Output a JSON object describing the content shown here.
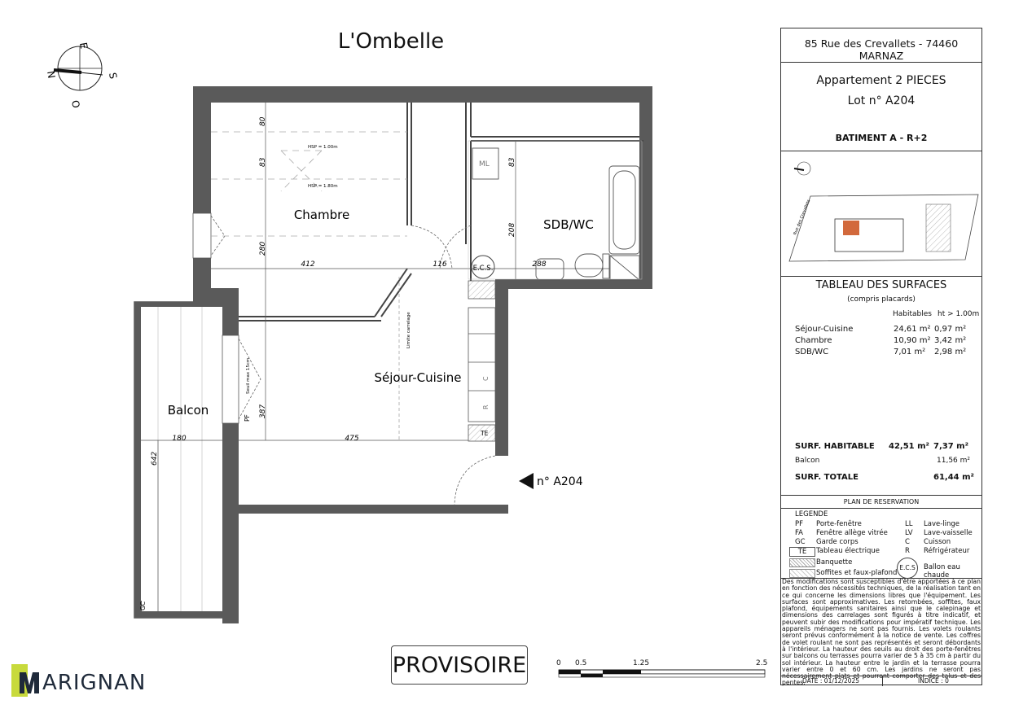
{
  "title": "L'Ombelle",
  "compass": {
    "n": "N",
    "e": "E",
    "s": "S",
    "o": "O"
  },
  "rooms": {
    "chambre": "Chambre",
    "sdb": "SDB/WC",
    "sejour": "Séjour-Cuisine",
    "balcon": "Balcon"
  },
  "dims": {
    "d80": "80",
    "d83a": "83",
    "d280": "280",
    "d412": "412",
    "d116": "116",
    "d83b": "83",
    "d208": "208",
    "d288": "288",
    "d387": "387",
    "d475": "475",
    "d180": "180",
    "d642": "642"
  },
  "plan_labels": {
    "hsp1": "HSP = 1.00m",
    "hsp2": "HSP = 1.80m",
    "ml": "ML",
    "ecs": "E.C.S.",
    "limite": "Limite carrelage",
    "seuil": "Seuil max 15cm",
    "pf": "PF",
    "c": "C",
    "r": "R",
    "te": "TE",
    "gc": "GC",
    "lot_arrow": "n° A204"
  },
  "panel": {
    "address": "85 Rue des Crevallets - 74460 MARNAZ",
    "apt": "Appartement 2 PIECES",
    "lot": "Lot n° A204",
    "batiment": "BATIMENT A - R+2",
    "site_road": "Rue des Crevallets",
    "table_title": "TABLEAU DES SURFACES",
    "table_sub": "(compris placards)",
    "col_hab": "Habitables",
    "col_ht": "ht > 1.00m",
    "rows": [
      {
        "name": "Séjour-Cuisine",
        "hab": "24,61  m²",
        "ht": "0,97  m²"
      },
      {
        "name": "Chambre",
        "hab": "10,90  m²",
        "ht": "3,42  m²"
      },
      {
        "name": "SDB/WC",
        "hab": "7,01  m²",
        "ht": "2,98  m²"
      }
    ],
    "surf_hab_label": "SURF. HABITABLE",
    "surf_hab_val": "42,51 m²",
    "surf_hab_ht": "7,37 m²",
    "balcon_label": "Balcon",
    "balcon_val": "11,56 m²",
    "surf_tot_label": "SURF. TOTALE",
    "surf_tot_val": "61,44 m²",
    "plan_res": "PLAN DE RESERVATION",
    "legende": "LEGENDE",
    "legend_left": [
      {
        "code": "PF",
        "txt": "Porte-fenêtre"
      },
      {
        "code": "FA",
        "txt": "Fenêtre allège vitrée"
      },
      {
        "code": "GC",
        "txt": "Garde corps"
      },
      {
        "code": "TE",
        "txt": "Tableau électrique"
      }
    ],
    "legend_right": [
      {
        "code": "LL",
        "txt": "Lave-linge"
      },
      {
        "code": "LV",
        "txt": "Lave-vaisselle"
      },
      {
        "code": "C",
        "txt": "Cuisson"
      },
      {
        "code": "R",
        "txt": "Réfrigérateur"
      }
    ],
    "banquette": "Banquette",
    "soffites": "Soffites et faux-plafond",
    "ecs": "E.C.S",
    "ballon": "Ballon eau chaude",
    "disclaimer": "Des modifications sont susceptibles d'être apportées à ce plan en fonction des nécessités techniques, de la réalisation tant en ce qui concerne les dimensions libres que l'équipement. Les surfaces sont approximatives. Les retombées, soffites, faux plafond, équipements sanitaires ainsi que le calepinage et dimensions des carrelages sont figurés à titre indicatif, et peuvent subir des modifications pour impératif technique. Les appareils ménagers ne sont pas fournis. Les volets roulants seront prévus conformément à la notice de vente. Les coffres de volet roulant ne sont pas représentés et seront débordants à l'intérieur. La hauteur des seuils au droit des porte-fenêtres sur balcons ou terrasses pourra varier de 5 à 35 cm à partir du sol intérieur. La hauteur entre le jardin et la terrasse pourra varier entre 0 et 60 cm. Les jardins ne seront pas nécessairement plats et pourront comporter des talus et des pentes.",
    "date": "DATE : 01/12/2025",
    "indice": "INDICE : 0"
  },
  "provisoire": "PROVISOIRE",
  "scale": {
    "s0": "0",
    "s05": "0.5",
    "s125": "1.25",
    "s25": "2.5"
  },
  "logo": "ARIGNAN",
  "logo_m": "M",
  "colors": {
    "wall": "#5a5a5a",
    "lot_highlight": "#d2693c",
    "logo_green": "#c8da3c",
    "logo_navy": "#1f2a3a"
  }
}
